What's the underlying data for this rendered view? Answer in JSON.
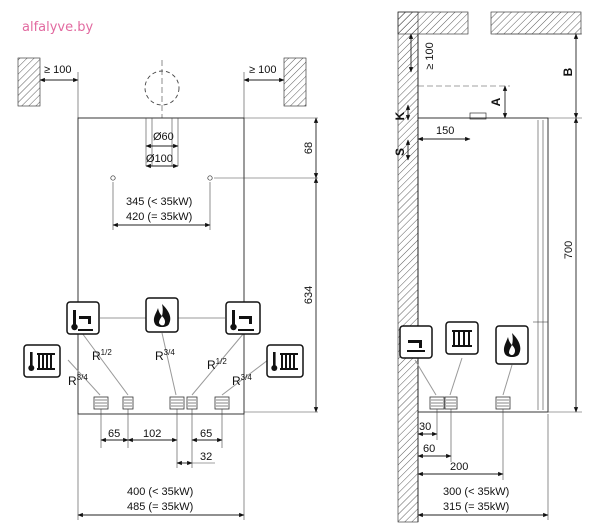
{
  "watermark": "alfalyve.by",
  "front": {
    "clear_left": "≥ 100",
    "clear_right": "≥ 100",
    "flue_inner": "Ø60",
    "flue_outer": "Ø100",
    "dim_top": "68",
    "dim_height": "634",
    "mount_small": "345 (< 35kW)",
    "mount_large": "420 (= 35kW)",
    "conn_left_heat": {
      "base": "R",
      "sup": "3/4"
    },
    "conn_left_dhw": {
      "base": "R",
      "sup": "1/2"
    },
    "conn_gas": {
      "base": "R",
      "sup": "3/4"
    },
    "conn_right_dhw": {
      "base": "R",
      "sup": "1/2"
    },
    "conn_right_heat": {
      "base": "R",
      "sup": "3/4"
    },
    "spacing_1": "65",
    "spacing_2": "102",
    "spacing_3": "65",
    "spacing_4": "32",
    "width_small": "400 (< 35kW)",
    "width_large": "485 (= 35kW)"
  },
  "side": {
    "clear_top": "≥ 100",
    "label_a": "A",
    "label_b": "B",
    "label_k": "K",
    "label_s": "S",
    "dim_150": "150",
    "dim_700": "700",
    "dim_30": "30",
    "dim_60": "60",
    "dim_200": "200",
    "depth_small": "300 (< 35kW)",
    "depth_large": "315 (= 35kW)"
  },
  "icons": [
    "faucet-icon",
    "flame-icon",
    "radiator-thermometer-icon"
  ]
}
